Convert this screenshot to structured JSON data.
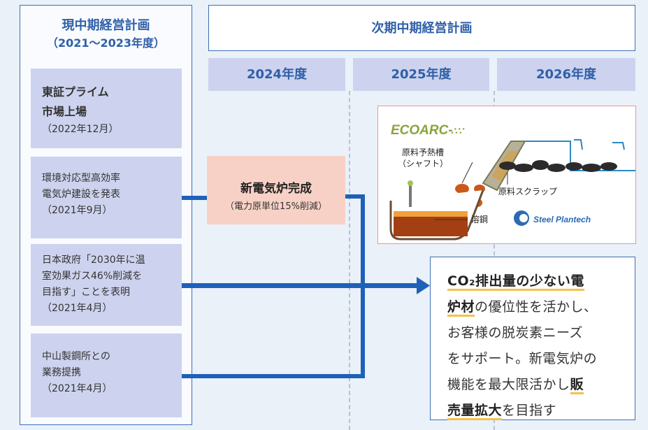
{
  "left": {
    "title": "現中期経営計画",
    "subtitle": "（2021～2023年度）",
    "items": [
      {
        "lines": [
          "東証プライム",
          "市場上場"
        ],
        "date": "（2022年12月）"
      },
      {
        "lines": [
          "環境対応型高効率",
          "電気炉建設を発表"
        ],
        "date": "（2021年9月）"
      },
      {
        "lines": [
          "日本政府「2030年に温",
          "室効果ガス46%削減を",
          "目指す」ことを表明"
        ],
        "date": "（2021年4月）"
      },
      {
        "lines": [
          "中山製鋼所との",
          "業務提携"
        ],
        "date": "（2021年4月）"
      }
    ]
  },
  "right": {
    "title": "次期中期経営計画",
    "years": [
      "2024年度",
      "2025年度",
      "2026年度"
    ]
  },
  "milestone": {
    "title": "新電気炉完成",
    "sub": "（電力原単位15%削減）"
  },
  "figure": {
    "logo_eco": "ECOARC-",
    "label_preheat_1": "原料予熱槽",
    "label_preheat_2": "（シャフト）",
    "label_scrap": "原料スクラップ",
    "label_molten": "溶鋼",
    "logo_steel": "Steel Plantech"
  },
  "effect": {
    "p1_bold": "CO₂排出量の少ない電",
    "p2_bold": "炉材",
    "p2_rest": "の優位性を活かし、",
    "p3": "お客様の脱炭素ニーズ",
    "p4": "をサポート。新電気炉の",
    "p5_rest": "機能を最大限活かし",
    "p5_bold": "販",
    "p6_bold": "売量拡大",
    "p6_rest": "を目指す"
  },
  "colors": {
    "accent": "#2f5fa8",
    "line": "#1d61b8",
    "box": "#cdd3ee",
    "highlight": "#f8d1c6",
    "underline": "#f2c24a"
  }
}
